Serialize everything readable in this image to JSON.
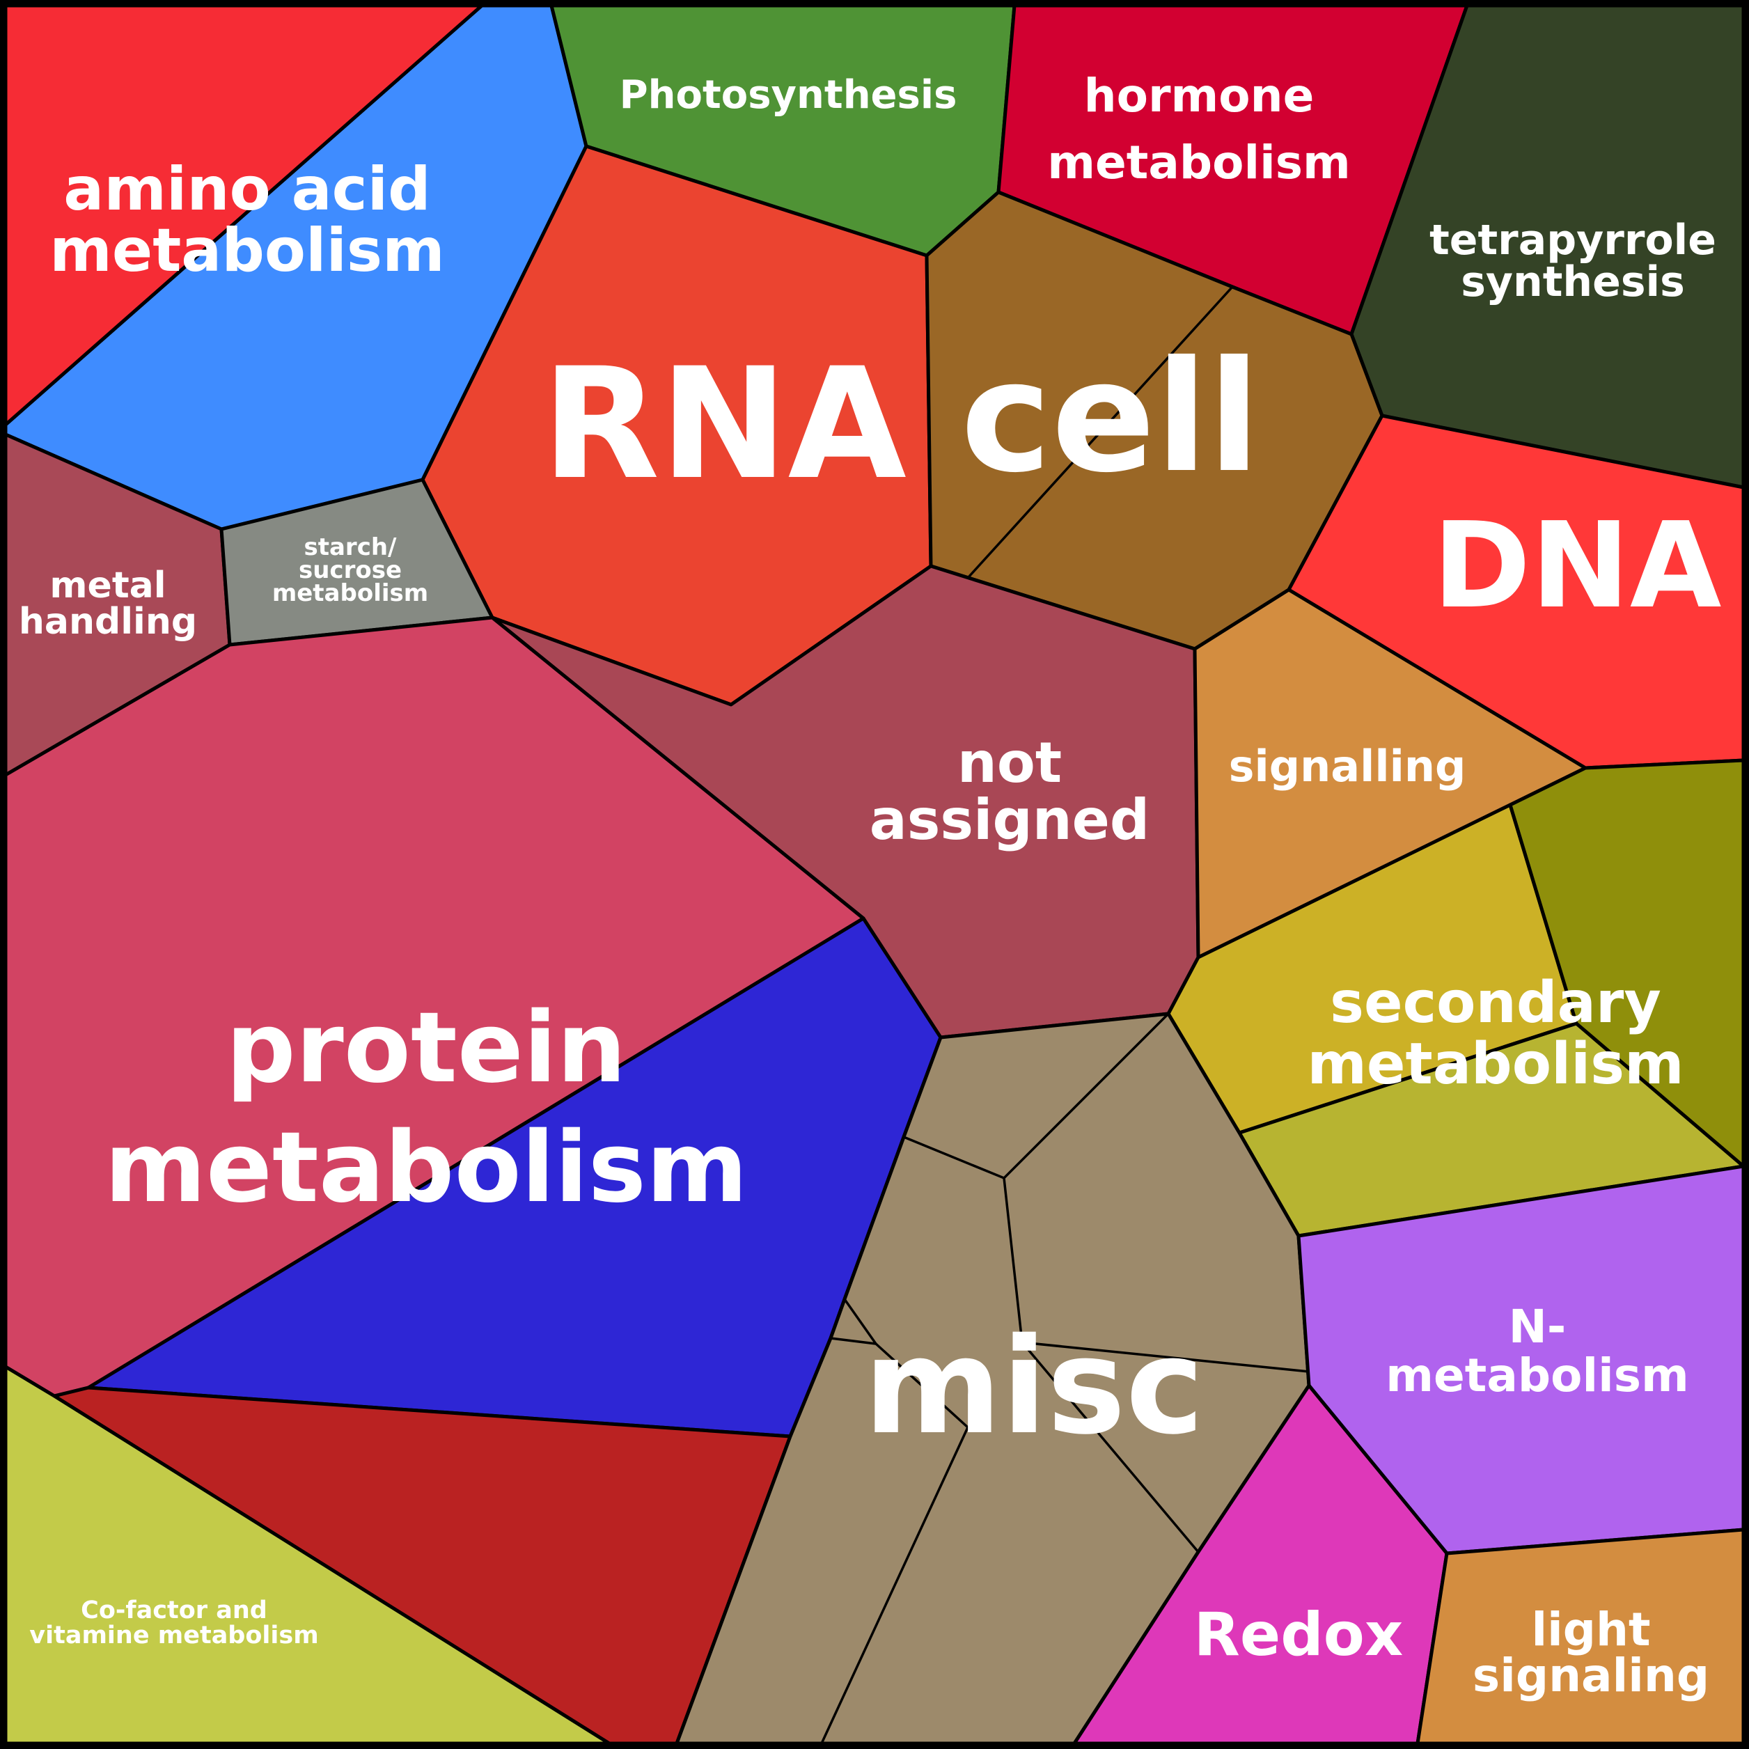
{
  "diagram": {
    "type": "voronoi-treemap",
    "cells": [
      {
        "id": "amino-acid-metabolism",
        "lines": [
          "amino acid",
          "metabolism"
        ],
        "color": "#3f8cff"
      },
      {
        "id": "amino-acid-sub",
        "lines": [],
        "color": "#f62c35"
      },
      {
        "id": "photosynthesis",
        "lines": [
          "Photosynthesis"
        ],
        "color": "#4f9335"
      },
      {
        "id": "hormone-metabolism",
        "lines": [
          "hormone",
          "metabolism"
        ],
        "color": "#d20031"
      },
      {
        "id": "tetrapyrrole-synthesis",
        "lines": [
          "tetrapyrrole",
          "synthesis"
        ],
        "color": "#344326"
      },
      {
        "id": "rna",
        "lines": [
          "RNA"
        ],
        "color": "#eb4430"
      },
      {
        "id": "cell",
        "lines": [
          "cell"
        ],
        "color": "#9a6726"
      },
      {
        "id": "dna",
        "lines": [
          "DNA"
        ],
        "color": "#ff3838"
      },
      {
        "id": "metal-handling",
        "lines": [
          "metal",
          "handling"
        ],
        "color": "#a94957"
      },
      {
        "id": "starch-sucrose-metabolism",
        "lines": [
          "starch/",
          "sucrose",
          "metabolism"
        ],
        "color": "#868a83"
      },
      {
        "id": "not-assigned",
        "lines": [
          "not",
          "assigned"
        ],
        "color": "#a94755"
      },
      {
        "id": "signalling",
        "lines": [
          "signalling"
        ],
        "color": "#d38d40"
      },
      {
        "id": "secondary-metabolism",
        "lines": [
          "secondary",
          "metabolism"
        ],
        "color": "#ccb126"
      },
      {
        "id": "secondary-sub-olive",
        "lines": [],
        "color": "#8f8f0b"
      },
      {
        "id": "secondary-sub-lime",
        "lines": [],
        "color": "#b7b431"
      },
      {
        "id": "protein-metabolism",
        "lines": [
          "protein",
          "metabolism"
        ],
        "color": "#d24363"
      },
      {
        "id": "protein-sub-blue",
        "lines": [],
        "color": "#2e26d5"
      },
      {
        "id": "protein-sub-red",
        "lines": [],
        "color": "#ba2222"
      },
      {
        "id": "misc",
        "lines": [
          "misc"
        ],
        "color": "#9d8a6b"
      },
      {
        "id": "n-metabolism",
        "lines": [
          "N-",
          "metabolism"
        ],
        "color": "#b063ee"
      },
      {
        "id": "redox",
        "lines": [
          "Redox"
        ],
        "color": "#de38b9"
      },
      {
        "id": "light-signaling",
        "lines": [
          "light",
          "signaling"
        ],
        "color": "#d38d40"
      },
      {
        "id": "cofactor-vitamine-metabolism",
        "lines": [
          "Co-factor and",
          "vitamine metabolism"
        ],
        "color": "#c3cb49"
      }
    ]
  }
}
